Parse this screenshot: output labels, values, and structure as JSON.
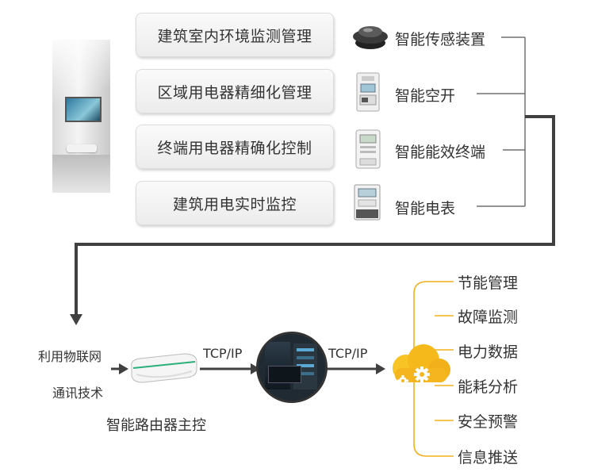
{
  "functions": [
    {
      "label": "建筑室内环境监测管理"
    },
    {
      "label": "区域用电器精细化管理"
    },
    {
      "label": "终端用电器精确化控制"
    },
    {
      "label": "建筑用电实时监控"
    }
  ],
  "devices": [
    {
      "label": "智能传感装置",
      "icon": "sensor-icon"
    },
    {
      "label": "智能空开",
      "icon": "circuit-breaker-icon"
    },
    {
      "label": "智能能效终端",
      "icon": "energy-terminal-icon"
    },
    {
      "label": "智能电表",
      "icon": "smart-meter-icon"
    }
  ],
  "network": {
    "iot_line1": "利用物联网",
    "iot_line2": "通讯技术",
    "protocol_1": "TCP/IP",
    "protocol_2": "TCP/IP",
    "router_label": "智能路由器主控"
  },
  "outputs": [
    {
      "label": "节能管理"
    },
    {
      "label": "故障监测"
    },
    {
      "label": "电力数据"
    },
    {
      "label": "能耗分析"
    },
    {
      "label": "安全预警"
    },
    {
      "label": "信息推送"
    }
  ],
  "colors": {
    "arrow": "#404040",
    "bracket": "#707070",
    "accent": "#f2b11b"
  }
}
